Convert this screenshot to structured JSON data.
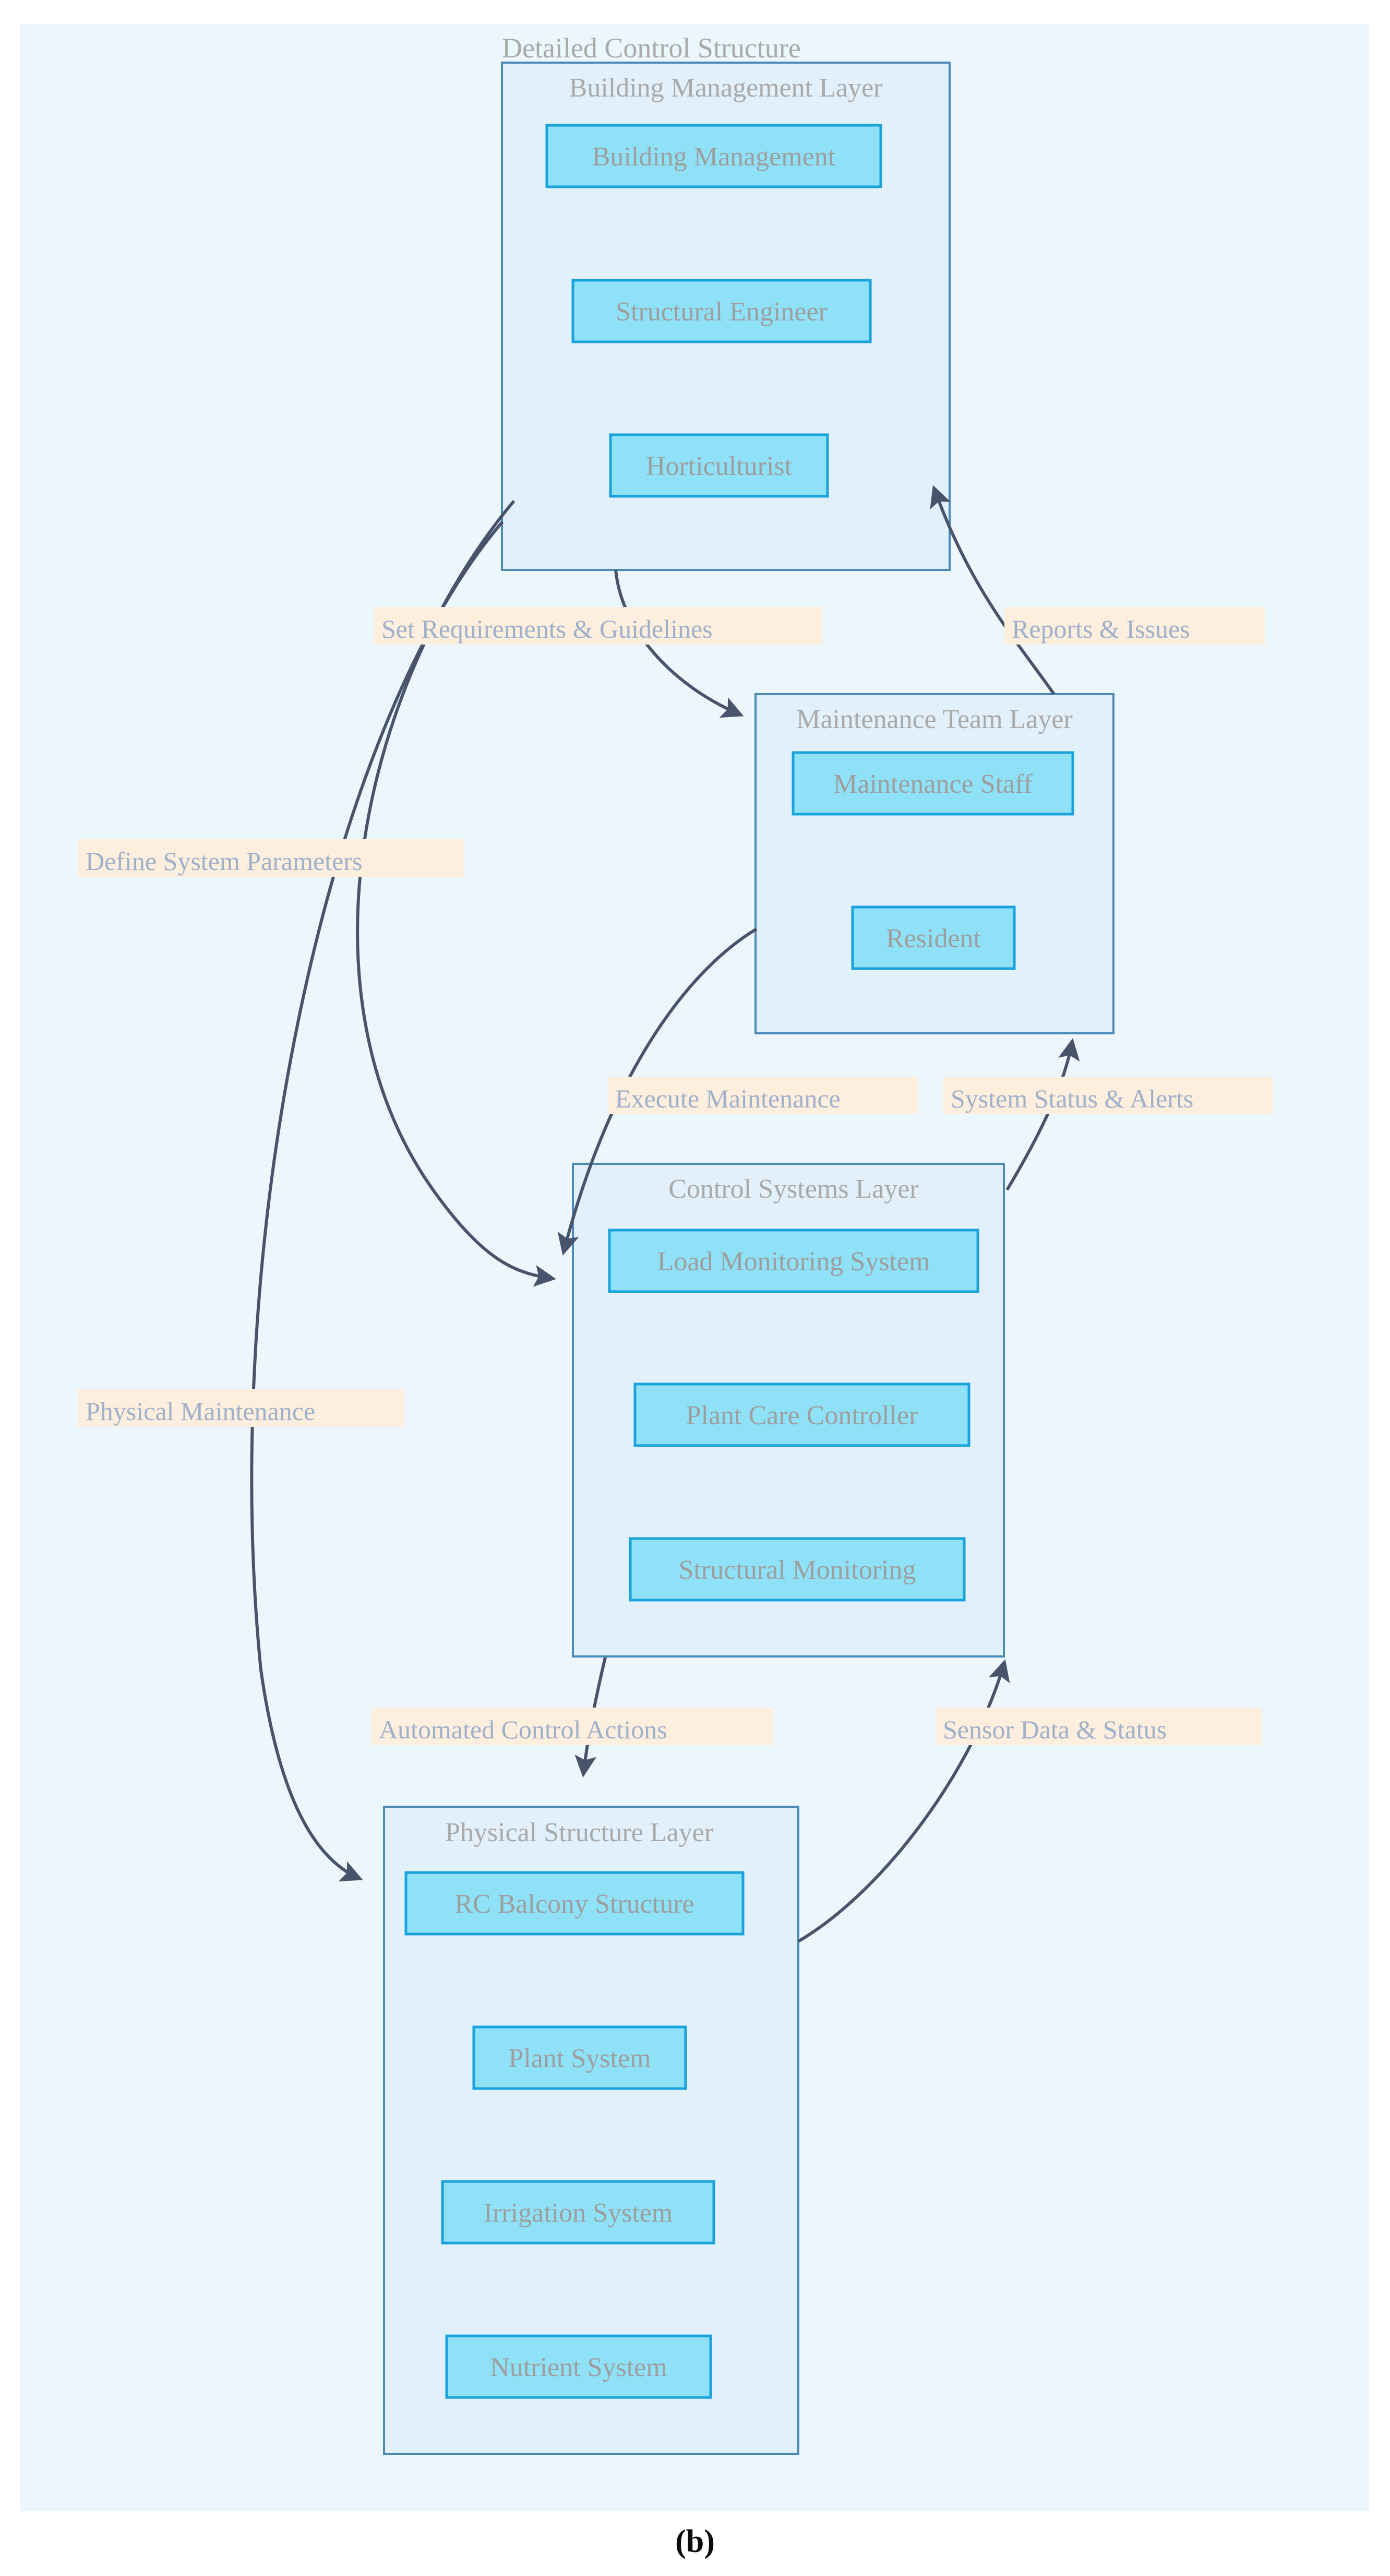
{
  "figure": {
    "title": "Detailed Control Structure",
    "caption": "(b)",
    "background_color": "#ebf7fd"
  },
  "colors": {
    "canvas": "#ebf7fd",
    "layer_fill": "#e1f0fb",
    "layer_stroke": "#4a89b8",
    "node_fill": "#8ee1f7",
    "node_stroke": "#18a3dd",
    "edge_stroke": "#49536b",
    "edge_label_bg": "#fdeedd",
    "edge_label_text": "#9fb0cb",
    "node_text": "#9e9e9e",
    "layer_title_text": "#a9a9a9"
  },
  "chart_data": {
    "type": "diagram",
    "title": "Detailed Control Structure",
    "layers": [
      {
        "id": "building-management-layer",
        "title": "Building Management Layer",
        "nodes": [
          "Building Management",
          "Structural Engineer",
          "Horticulturist"
        ]
      },
      {
        "id": "maintenance-team-layer",
        "title": "Maintenance Team Layer",
        "nodes": [
          "Maintenance Staff",
          "Resident"
        ]
      },
      {
        "id": "control-systems-layer",
        "title": "Control Systems Layer",
        "nodes": [
          "Load Monitoring System",
          "Plant Care Controller",
          "Structural Monitoring"
        ]
      },
      {
        "id": "physical-structure-layer",
        "title": "Physical Structure Layer",
        "nodes": [
          "RC Balcony Structure",
          "Plant System",
          "Irrigation System",
          "Nutrient System"
        ]
      }
    ],
    "edges": [
      {
        "id": "set-requirements-guidelines",
        "label": "Set Requirements & Guidelines",
        "from": "building-management-layer",
        "to": "maintenance-team-layer"
      },
      {
        "id": "reports-issues",
        "label": "Reports & Issues",
        "from": "maintenance-team-layer",
        "to": "building-management-layer"
      },
      {
        "id": "define-system-parameters",
        "label": "Define System Parameters",
        "from": "building-management-layer",
        "to": "control-systems-layer"
      },
      {
        "id": "physical-maintenance",
        "label": "Physical Maintenance",
        "from": "building-management-layer",
        "to": "physical-structure-layer"
      },
      {
        "id": "execute-maintenance",
        "label": "Execute Maintenance",
        "from": "maintenance-team-layer",
        "to": "control-systems-layer"
      },
      {
        "id": "system-status-alerts",
        "label": "System Status & Alerts",
        "from": "control-systems-layer",
        "to": "maintenance-team-layer"
      },
      {
        "id": "automated-control-actions",
        "label": "Automated Control Actions",
        "from": "control-systems-layer",
        "to": "physical-structure-layer"
      },
      {
        "id": "sensor-data-status",
        "label": "Sensor Data & Status",
        "from": "physical-structure-layer",
        "to": "control-systems-layer"
      }
    ]
  },
  "layers": {
    "building_management": {
      "title": "Building Management Layer",
      "nodes": [
        {
          "label": "Building Management"
        },
        {
          "label": "Structural Engineer"
        },
        {
          "label": "Horticulturist"
        }
      ]
    },
    "maintenance_team": {
      "title": "Maintenance Team Layer",
      "nodes": [
        {
          "label": "Maintenance Staff"
        },
        {
          "label": "Resident"
        }
      ]
    },
    "control_systems": {
      "title": "Control Systems Layer",
      "nodes": [
        {
          "label": "Load Monitoring System"
        },
        {
          "label": "Plant Care Controller"
        },
        {
          "label": "Structural Monitoring"
        }
      ]
    },
    "physical_structure": {
      "title": "Physical Structure Layer",
      "nodes": [
        {
          "label": "RC Balcony Structure"
        },
        {
          "label": "Plant System"
        },
        {
          "label": "Irrigation System"
        },
        {
          "label": "Nutrient System"
        }
      ]
    }
  },
  "edge_labels": {
    "set_requirements": "Set Requirements & Guidelines",
    "reports_issues": "Reports & Issues",
    "define_parameters": "Define System Parameters",
    "physical_maintenance": "Physical Maintenance",
    "execute_maintenance": "Execute Maintenance",
    "system_status": "System Status & Alerts",
    "automated_control": "Automated Control Actions",
    "sensor_data": "Sensor Data & Status"
  }
}
